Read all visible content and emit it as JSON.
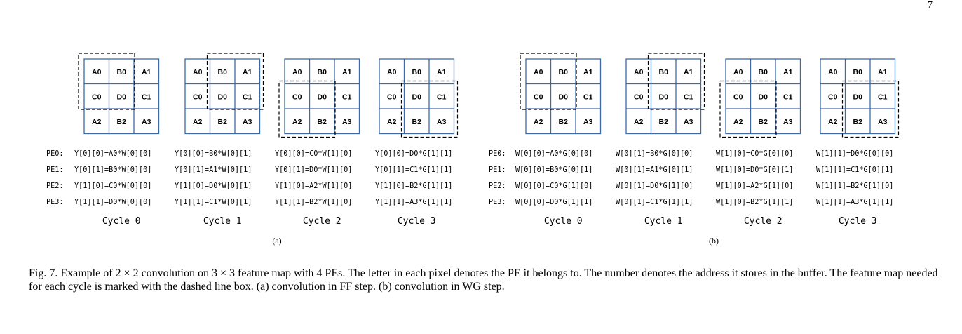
{
  "page_number": "7",
  "grid_cells": [
    [
      "A0",
      "B0",
      "A1"
    ],
    [
      "C0",
      "D0",
      "C1"
    ],
    [
      "A2",
      "B2",
      "A3"
    ]
  ],
  "pe_labels": [
    "PE0:",
    "PE1:",
    "PE2:",
    "PE3:"
  ],
  "panels": [
    {
      "sub_label": "(a)",
      "cycles": [
        {
          "label": "Cycle 0",
          "highlight": [
            0,
            0
          ],
          "equations": [
            "Y[0][0]=A0*W[0][0]",
            "Y[0][1]=B0*W[0][0]",
            "Y[1][0]=C0*W[0][0]",
            "Y[1][1]=D0*W[0][0]"
          ]
        },
        {
          "label": "Cycle 1",
          "highlight": [
            0,
            1
          ],
          "equations": [
            "Y[0][0]=B0*W[0][1]",
            "Y[0][1]=A1*W[0][1]",
            "Y[1][0]=D0*W[0][1]",
            "Y[1][1]=C1*W[0][1]"
          ]
        },
        {
          "label": "Cycle 2",
          "highlight": [
            1,
            0
          ],
          "equations": [
            "Y[0][0]=C0*W[1][0]",
            "Y[0][1]=D0*W[1][0]",
            "Y[1][0]=A2*W[1][0]",
            "Y[1][1]=B2*W[1][0]"
          ]
        },
        {
          "label": "Cycle 3",
          "highlight": [
            1,
            1
          ],
          "equations": [
            "Y[0][0]=D0*G[1][1]",
            "Y[0][1]=C1*G[1][1]",
            "Y[1][0]=B2*G[1][1]",
            "Y[1][1]=A3*G[1][1]"
          ]
        }
      ]
    },
    {
      "sub_label": "(b)",
      "cycles": [
        {
          "label": "Cycle 0",
          "highlight": [
            0,
            0
          ],
          "equations": [
            "W[0][0]=A0*G[0][0]",
            "W[0][0]=B0*G[0][1]",
            "W[0][0]=C0*G[1][0]",
            "W[0][0]=D0*G[1][1]"
          ]
        },
        {
          "label": "Cycle 1",
          "highlight": [
            0,
            1
          ],
          "equations": [
            "W[0][1]=B0*G[0][0]",
            "W[0][1]=A1*G[0][1]",
            "W[0][1]=D0*G[1][0]",
            "W[0][1]=C1*G[1][1]"
          ]
        },
        {
          "label": "Cycle 2",
          "highlight": [
            1,
            0
          ],
          "equations": [
            "W[1][0]=C0*G[0][0]",
            "W[1][0]=D0*G[0][1]",
            "W[1][0]=A2*G[1][0]",
            "W[1][0]=B2*G[1][1]"
          ]
        },
        {
          "label": "Cycle 3",
          "highlight": [
            1,
            1
          ],
          "equations": [
            "W[1][1]=D0*G[0][0]",
            "W[1][1]=C1*G[0][1]",
            "W[1][1]=B2*G[1][0]",
            "W[1][1]=A3*G[1][1]"
          ]
        }
      ]
    }
  ],
  "caption": "Fig. 7. Example of 2 × 2 convolution on 3 × 3 feature map with 4 PEs. The letter in each pixel denotes the PE it belongs to. The number denotes the address it stores in the buffer. The feature map needed for each cycle is marked with the dashed line box. (a) convolution in FF step. (b) convolution in WG step."
}
